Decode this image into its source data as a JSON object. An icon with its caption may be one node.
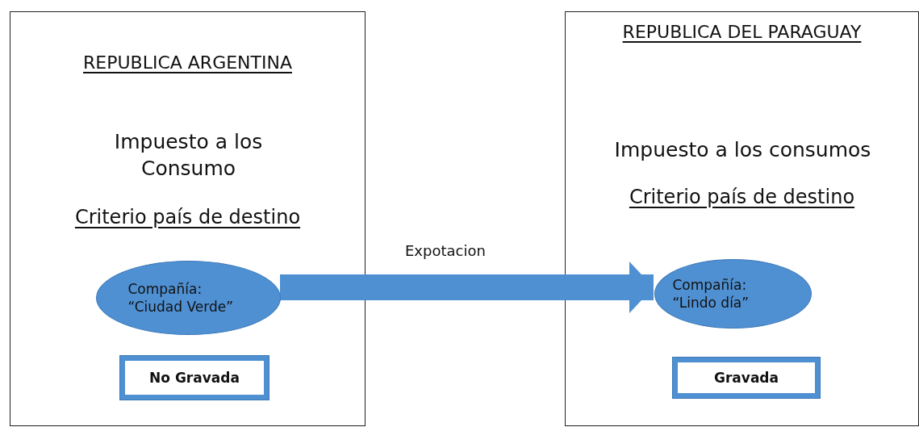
{
  "diagram": {
    "nodes": [
      {
        "text": [
          "REPUBLICA ARGENTINA",
          "Impuesto a los Consumo",
          "Criterio país de destino"
        ]
      },
      {
        "text": [
          "Compañía: “Ciudad Verde”"
        ],
        "in": 0
      },
      {
        "text": [
          "No Gravada"
        ],
        "in": 0
      },
      {
        "text": [
          "REPUBLICA DEL PARAGUAY",
          "Impuesto a los consumos",
          "Criterio país de destino"
        ]
      },
      {
        "text": [
          "Compañía: “Lindo día”"
        ],
        "in": 3
      },
      {
        "text": [
          "Gravada"
        ],
        "in": 3
      }
    ],
    "edges": [
      {
        "from": 1,
        "to": 4,
        "arrow": "to",
        "label": "Expotacion"
      }
    ]
  }
}
